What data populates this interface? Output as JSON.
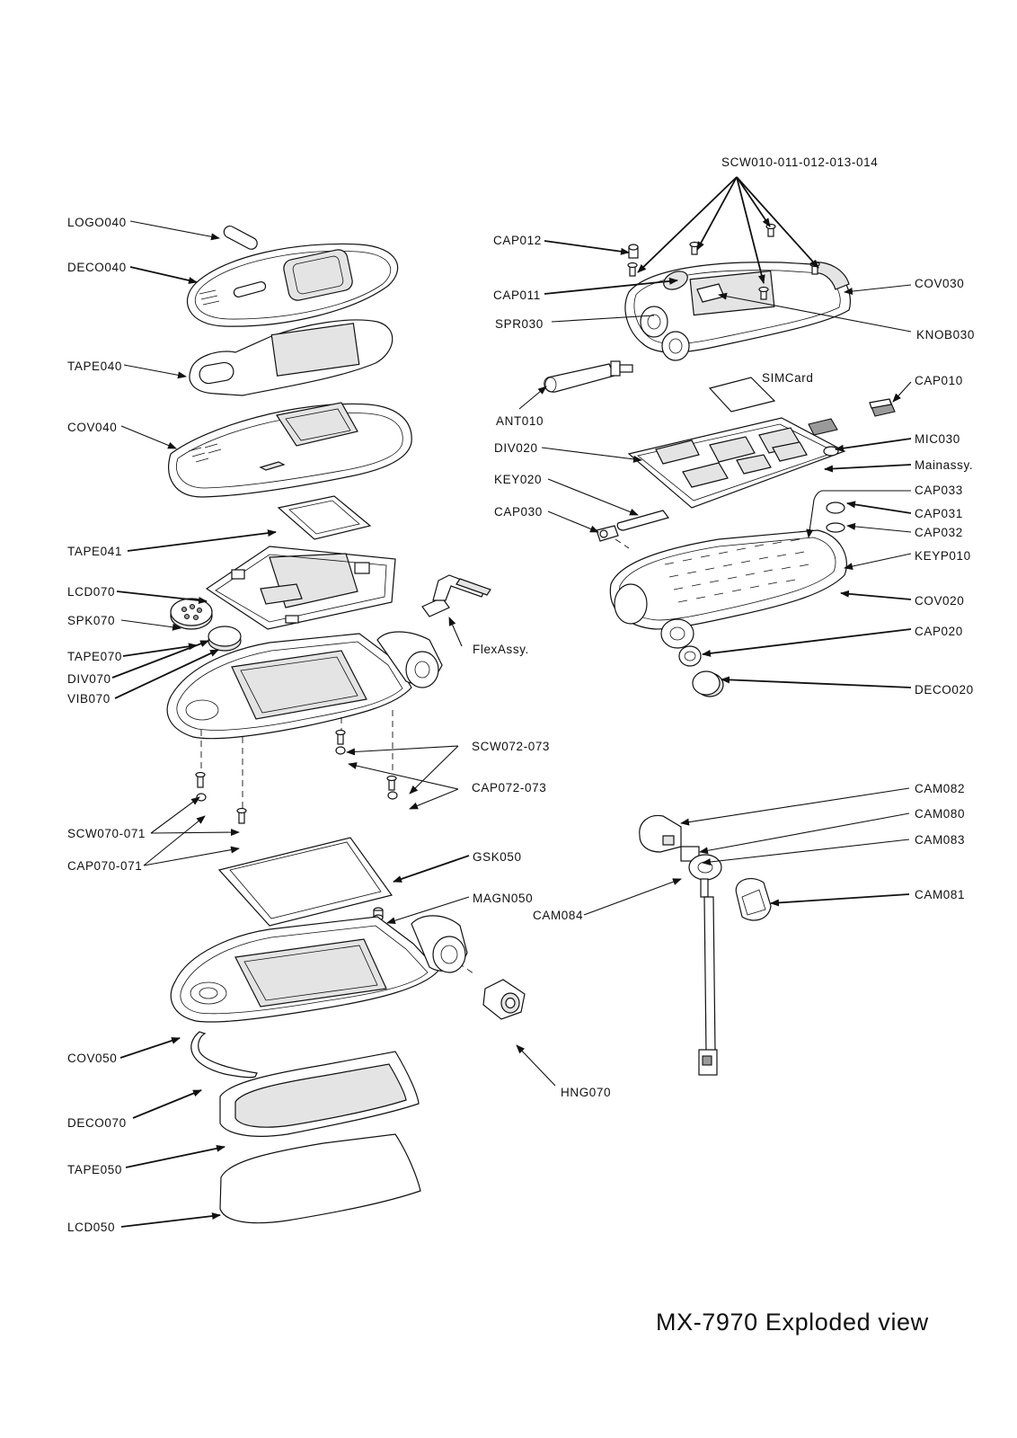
{
  "title": "MX-7970 Exploded view",
  "labels": {
    "logo040": "LOGO040",
    "deco040": "DECO040",
    "tape040": "TAPE040",
    "cov040": "COV040",
    "tape041": "TAPE041",
    "lcd070": "LCD070",
    "spk070": "SPK070",
    "tape070": "TAPE070",
    "div070": "DIV070",
    "vib070": "VIB070",
    "flexassy": "FlexAssy.",
    "scw072_073": "SCW072-073",
    "cap072_073": "CAP072-073",
    "scw070_071": "SCW070-071",
    "cap070_071": "CAP070-071",
    "gsk050": "GSK050",
    "magn050": "MAGN050",
    "cov050": "COV050",
    "deco070": "DECO070",
    "tape050": "TAPE050",
    "lcd050": "LCD050",
    "hng070": "HNG070",
    "scw010_014": "SCW010-011-012-013-014",
    "cap012": "CAP012",
    "cap011": "CAP011",
    "spr030": "SPR030",
    "cov030": "COV030",
    "knob030": "KNOB030",
    "ant010": "ANT010",
    "simcard": "SIMCard",
    "cap010": "CAP010",
    "div020": "DIV020",
    "mic030": "MIC030",
    "mainassy": "Mainassy.",
    "key020": "KEY020",
    "cap030": "CAP030",
    "cap033": "CAP033",
    "cap031": "CAP031",
    "cap032": "CAP032",
    "keyp010": "KEYP010",
    "cov020": "COV020",
    "cap020": "CAP020",
    "deco020": "DECO020",
    "cam082": "CAM082",
    "cam080": "CAM080",
    "cam083": "CAM083",
    "cam084": "CAM084",
    "cam081": "CAM081"
  }
}
